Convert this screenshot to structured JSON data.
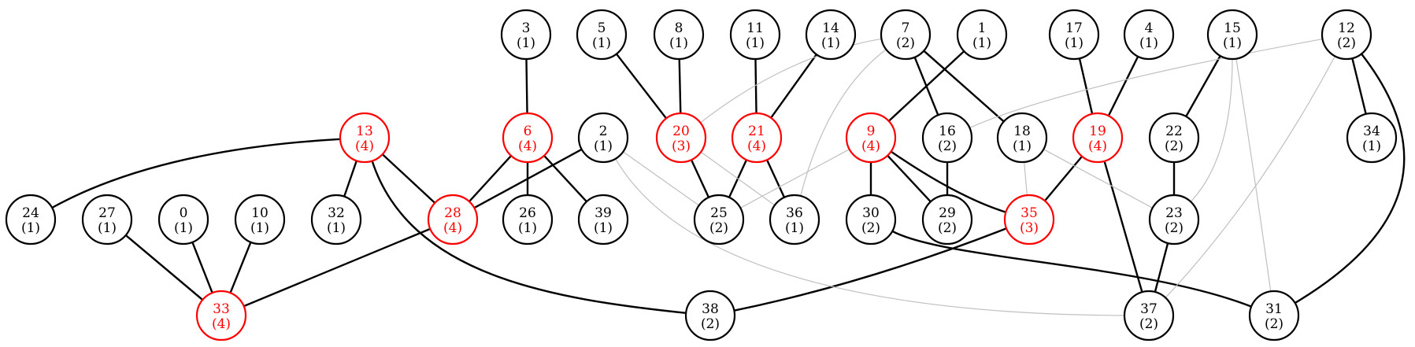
{
  "colors": {
    "highlight": "#ff0000",
    "normal": "#000000",
    "faint_edge": "#c0c0c0",
    "background": "#ffffff"
  },
  "nodes": [
    {
      "id": "0",
      "sub": "(1)",
      "highlight": false
    },
    {
      "id": "1",
      "sub": "(1)",
      "highlight": false
    },
    {
      "id": "2",
      "sub": "(1)",
      "highlight": false
    },
    {
      "id": "3",
      "sub": "(1)",
      "highlight": false
    },
    {
      "id": "4",
      "sub": "(1)",
      "highlight": false
    },
    {
      "id": "5",
      "sub": "(1)",
      "highlight": false
    },
    {
      "id": "6",
      "sub": "(4)",
      "highlight": true
    },
    {
      "id": "7",
      "sub": "(2)",
      "highlight": false
    },
    {
      "id": "8",
      "sub": "(1)",
      "highlight": false
    },
    {
      "id": "9",
      "sub": "(4)",
      "highlight": true
    },
    {
      "id": "10",
      "sub": "(1)",
      "highlight": false
    },
    {
      "id": "11",
      "sub": "(1)",
      "highlight": false
    },
    {
      "id": "12",
      "sub": "(2)",
      "highlight": false
    },
    {
      "id": "13",
      "sub": "(4)",
      "highlight": true
    },
    {
      "id": "14",
      "sub": "(1)",
      "highlight": false
    },
    {
      "id": "15",
      "sub": "(1)",
      "highlight": false
    },
    {
      "id": "16",
      "sub": "(2)",
      "highlight": false
    },
    {
      "id": "17",
      "sub": "(1)",
      "highlight": false
    },
    {
      "id": "18",
      "sub": "(1)",
      "highlight": false
    },
    {
      "id": "19",
      "sub": "(4)",
      "highlight": true
    },
    {
      "id": "20",
      "sub": "(3)",
      "highlight": true
    },
    {
      "id": "21",
      "sub": "(4)",
      "highlight": true
    },
    {
      "id": "22",
      "sub": "(2)",
      "highlight": false
    },
    {
      "id": "23",
      "sub": "(2)",
      "highlight": false
    },
    {
      "id": "24",
      "sub": "(1)",
      "highlight": false
    },
    {
      "id": "25",
      "sub": "(2)",
      "highlight": false
    },
    {
      "id": "26",
      "sub": "(1)",
      "highlight": false
    },
    {
      "id": "27",
      "sub": "(1)",
      "highlight": false
    },
    {
      "id": "28",
      "sub": "(4)",
      "highlight": true
    },
    {
      "id": "29",
      "sub": "(2)",
      "highlight": false
    },
    {
      "id": "30",
      "sub": "(2)",
      "highlight": false
    },
    {
      "id": "31",
      "sub": "(2)",
      "highlight": false
    },
    {
      "id": "32",
      "sub": "(1)",
      "highlight": false
    },
    {
      "id": "33",
      "sub": "(4)",
      "highlight": true
    },
    {
      "id": "34",
      "sub": "(1)",
      "highlight": false
    },
    {
      "id": "35",
      "sub": "(3)",
      "highlight": true
    },
    {
      "id": "36",
      "sub": "(1)",
      "highlight": false
    },
    {
      "id": "37",
      "sub": "(2)",
      "highlight": false
    },
    {
      "id": "38",
      "sub": "(2)",
      "highlight": false
    },
    {
      "id": "39",
      "sub": "(1)",
      "highlight": false
    }
  ],
  "edges": [
    {
      "from": "3",
      "to": "6",
      "style": "solid"
    },
    {
      "from": "5",
      "to": "20",
      "style": "solid"
    },
    {
      "from": "8",
      "to": "20",
      "style": "solid"
    },
    {
      "from": "11",
      "to": "21",
      "style": "solid"
    },
    {
      "from": "14",
      "to": "21",
      "style": "solid"
    },
    {
      "from": "1",
      "to": "9",
      "style": "solid"
    },
    {
      "from": "7",
      "to": "16",
      "style": "solid"
    },
    {
      "from": "7",
      "to": "18",
      "style": "solid"
    },
    {
      "from": "17",
      "to": "19",
      "style": "solid"
    },
    {
      "from": "4",
      "to": "19",
      "style": "solid"
    },
    {
      "from": "15",
      "to": "22",
      "style": "solid"
    },
    {
      "from": "12",
      "to": "34",
      "style": "solid"
    },
    {
      "from": "12",
      "to": "31",
      "style": "solid"
    },
    {
      "from": "13",
      "to": "24",
      "style": "solid"
    },
    {
      "from": "13",
      "to": "32",
      "style": "solid"
    },
    {
      "from": "13",
      "to": "28",
      "style": "solid"
    },
    {
      "from": "13",
      "to": "38",
      "style": "solid"
    },
    {
      "from": "6",
      "to": "28",
      "style": "solid"
    },
    {
      "from": "6",
      "to": "26",
      "style": "solid"
    },
    {
      "from": "6",
      "to": "39",
      "style": "solid"
    },
    {
      "from": "2",
      "to": "28",
      "style": "solid"
    },
    {
      "from": "20",
      "to": "25",
      "style": "solid"
    },
    {
      "from": "21",
      "to": "25",
      "style": "solid"
    },
    {
      "from": "21",
      "to": "36",
      "style": "solid"
    },
    {
      "from": "9",
      "to": "30",
      "style": "solid"
    },
    {
      "from": "9",
      "to": "29",
      "style": "solid"
    },
    {
      "from": "9",
      "to": "35",
      "style": "solid"
    },
    {
      "from": "16",
      "to": "29",
      "style": "solid"
    },
    {
      "from": "19",
      "to": "35",
      "style": "solid"
    },
    {
      "from": "19",
      "to": "37",
      "style": "solid"
    },
    {
      "from": "22",
      "to": "23",
      "style": "solid"
    },
    {
      "from": "23",
      "to": "37",
      "style": "solid"
    },
    {
      "from": "27",
      "to": "33",
      "style": "solid"
    },
    {
      "from": "0",
      "to": "33",
      "style": "solid"
    },
    {
      "from": "10",
      "to": "33",
      "style": "solid"
    },
    {
      "from": "28",
      "to": "33",
      "style": "solid"
    },
    {
      "from": "35",
      "to": "38",
      "style": "solid"
    },
    {
      "from": "30",
      "to": "31",
      "style": "solid"
    },
    {
      "from": "7",
      "to": "20",
      "style": "faint"
    },
    {
      "from": "7",
      "to": "36",
      "style": "faint"
    },
    {
      "from": "2",
      "to": "25",
      "style": "faint"
    },
    {
      "from": "2",
      "to": "37",
      "style": "faint"
    },
    {
      "from": "20",
      "to": "36",
      "style": "faint"
    },
    {
      "from": "9",
      "to": "25",
      "style": "faint"
    },
    {
      "from": "18",
      "to": "35",
      "style": "faint"
    },
    {
      "from": "18",
      "to": "23",
      "style": "faint"
    },
    {
      "from": "12",
      "to": "16",
      "style": "faint"
    },
    {
      "from": "12",
      "to": "37",
      "style": "faint"
    },
    {
      "from": "15",
      "to": "23",
      "style": "faint"
    },
    {
      "from": "15",
      "to": "31",
      "style": "faint"
    }
  ]
}
